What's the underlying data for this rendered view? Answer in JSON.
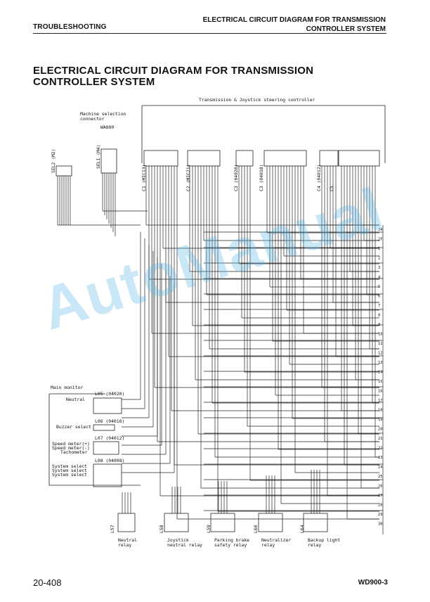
{
  "header": {
    "section": "TROUBLESHOOTING",
    "title_line1": "ELECTRICAL CIRCUIT DIAGRAM FOR TRANSMISSION",
    "title_line2": "CONTROLLER SYSTEM"
  },
  "page_title": {
    "line1": "ELECTRICAL CIRCUIT DIAGRAM FOR TRANSMISSION",
    "line2": "CONTROLLER SYSTEM"
  },
  "diagram": {
    "controller_label": "Transmission & Joystick steering controller",
    "machine_selection_line1": "Machine selection",
    "machine_selection_line2": "connector",
    "wa_label": "WA800",
    "connectors": {
      "sel2": "SEL2 (M2)",
      "sel1": "SEL1 (M4)",
      "c1": "C1 (MIC13)",
      "c2": "C2 (MIC21)",
      "c3": "C3 (04020)",
      "c3b": "C3 (04018)",
      "c4": "C4 (04012)",
      "c5": "C5"
    },
    "main_monitor": "Main monitor",
    "monitor_connectors": {
      "l05": "L05 (04020)",
      "l06": "L06 (04016)",
      "l07": "L07 (04012)",
      "l08": "L08 (04008)"
    },
    "monitor_signals": {
      "neutral": "Neutral",
      "buzzer_select": "Buzzer select",
      "speed_meter_plus": "Speed meter(+)",
      "speed_meter_minus": "Speed meter(-)",
      "tachometer": "Tachometer",
      "system_select_a": "System select",
      "system_select_b": "System select",
      "system_select_c": "System select"
    },
    "relays": [
      {
        "id": "L57",
        "name_line1": "Neutral",
        "name_line2": "relay"
      },
      {
        "id": "L58",
        "name_line1": "Joystick",
        "name_line2": "neutral relay"
      },
      {
        "id": "L59",
        "name_line1": "Parking brake",
        "name_line2": "safety relay"
      },
      {
        "id": "L60",
        "name_line1": "Neutralizer",
        "name_line2": "relay"
      },
      {
        "id": "L64",
        "name_line1": "Backup light",
        "name_line2": "relay"
      }
    ],
    "right_labels": [
      "J4",
      "2F",
      "1",
      "2",
      "3",
      "4",
      "5",
      "6",
      "7",
      "8",
      "9",
      "10",
      "11",
      "12",
      "13",
      "14",
      "15",
      "16",
      "17",
      "18",
      "19",
      "20",
      "21",
      "22",
      "23",
      "24",
      "25",
      "26",
      "27",
      "28",
      "29",
      "30"
    ]
  },
  "watermark": "AutoManual",
  "footer": {
    "page_number": "20-408",
    "model": "WD900-3"
  }
}
